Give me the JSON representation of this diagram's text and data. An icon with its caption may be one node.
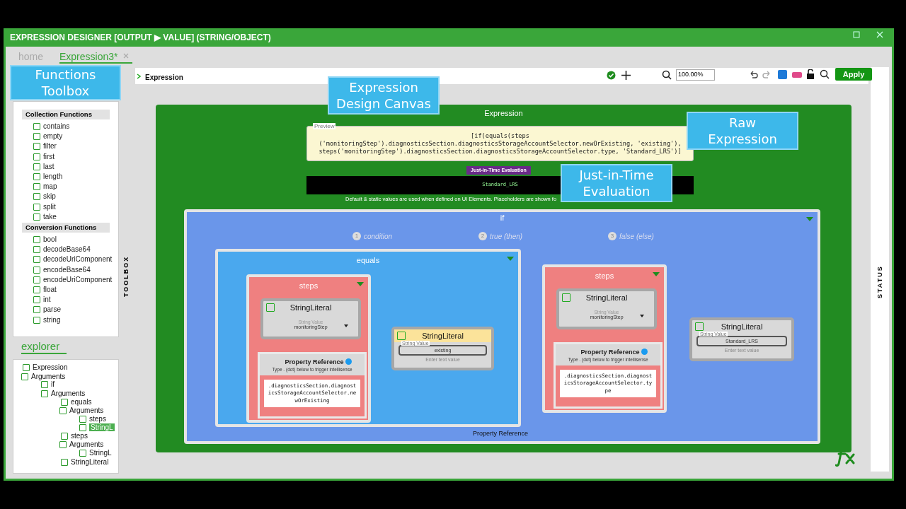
{
  "diagram": {
    "title": "EXPRESSION DESIGNER [OUTPUT ▶ VALUE] (STRING/OBJECT)",
    "nodes": [
      {
        "text": [
          "Functions Toolbox"
        ]
      },
      {
        "text": [
          "Expression"
        ]
      },
      {
        "text": [
          "Expression Design Canvas"
        ]
      },
      {
        "text": [
          "Preview",
          "[if(equals(steps ('monitoringStep').diagnosticsSection.diagnosticsStorageAccountSelector.newOrExisting, 'existing'), steps('monitoringStep').diagnosticsSection.diagnosticsStorageAccountSelector.type, 'Standard_LRS')]"
        ],
        "in": 1
      },
      {
        "text": [
          "Raw Expression"
        ],
        "in": 1
      },
      {
        "text": [
          "Standard_LRS"
        ],
        "in": 1
      },
      {
        "text": [
          "Just-in-Time Evaluation"
        ],
        "in": 1
      },
      {
        "text": [
          "if"
        ],
        "in": 1
      },
      {
        "text": [
          "equals"
        ],
        "in": 7
      },
      {
        "text": [
          "steps"
        ],
        "in": 8
      },
      {
        "text": [
          "StringLiteral",
          "String Value",
          "monitoringStep"
        ],
        "in": 9
      },
      {
        "text": [
          "Property Reference",
          "Type . (dot) below to trigger intellisense",
          ".diagnosticsSection.diagnosticsStorageAccountSelector.newOrExisting"
        ],
        "in": 9
      },
      {
        "text": [
          "StringLiteral",
          "String Value",
          "existing",
          "Enter text value"
        ],
        "in": 8
      },
      {
        "text": [
          "steps"
        ],
        "in": 7
      },
      {
        "text": [
          "StringLiteral",
          "String Value",
          "monitoringStep"
        ],
        "in": 13
      },
      {
        "text": [
          "Property Reference",
          "Type . (dot) below to trigger intellisense",
          ".diagnosticsSection.diagnosticsStorageAccountSelector.type"
        ],
        "in": 13
      },
      {
        "text": [
          "StringLiteral",
          "String Value",
          "Standard_LRS",
          "Enter text value"
        ],
        "in": 7
      }
    ],
    "edges": [],
    "labels": [
      "home",
      "Expression3*",
      "Expression",
      "100.00%",
      "Apply",
      "Collection Functions",
      "contains",
      "empty",
      "filter",
      "first",
      "last",
      "length",
      "map",
      "skip",
      "split",
      "take",
      "Conversion Functions",
      "bool",
      "decodeBase64",
      "decodeUriComponent",
      "encodeBase64",
      "encodeUriComponent",
      "float",
      "int",
      "parse",
      "string",
      "TOOLBOX",
      "explorer",
      "Expression",
      "Arguments",
      "if",
      "Arguments",
      "equals",
      "Arguments",
      "steps",
      "StringL",
      "steps",
      "Arguments",
      "StringL",
      "StringLiteral",
      "Just-in-Time Evaluation",
      "Default & static values are used when defined on UI Elements. Placeholders are shown fo",
      "1",
      "condition",
      "2",
      "true (then)",
      "3",
      "false (else)",
      "Property Reference",
      "STATUS"
    ]
  }
}
